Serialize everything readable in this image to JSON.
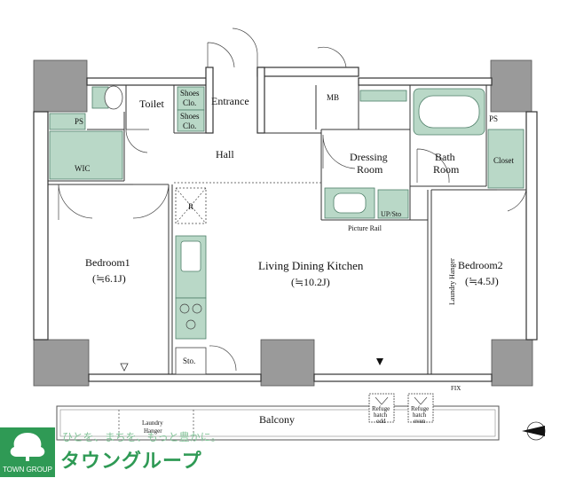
{
  "rooms": {
    "toilet": "Toilet",
    "entrance": "Entrance",
    "shoes_clo_1_a": "Shoes",
    "shoes_clo_1_b": "Clo.",
    "shoes_clo_2_a": "Shoes",
    "shoes_clo_2_b": "Clo.",
    "mb": "MB",
    "hall": "Hall",
    "wic": "WIC",
    "ps_left": "PS",
    "ps_right": "PS",
    "dressing_a": "Dressing",
    "dressing_b": "Room",
    "bath_a": "Bath",
    "bath_b": "Room",
    "closet": "Closet",
    "bedroom1_name": "Bedroom1",
    "bedroom1_size": "(≒6.1J)",
    "ldk_name": "Living Dining Kitchen",
    "ldk_size": "(≒10.2J)",
    "bedroom2_name": "Bedroom2",
    "bedroom2_size": "(≒4.5J)",
    "laundry_hanger_vertical": "Laundry Hanger",
    "picture_rail": "Picture Rail",
    "up_sto": "UP/Sto",
    "refrigerator": "R",
    "sto": "Sto.",
    "balcony": "Balcony",
    "laundry_a": "Laundry",
    "laundry_b": "Hanger",
    "refuge_odd_a": "Refuge",
    "refuge_odd_b": "hatch",
    "refuge_odd_c": "odd",
    "refuge_even_a": "Refuge",
    "refuge_even_b": "hatch",
    "refuge_even_c": "even",
    "fix": "FIX",
    "compass": "N"
  },
  "brand": {
    "slogan": "ひとを、まちを、もっと豊かに。",
    "name": "タウングループ",
    "logo_text": "TOWN GROUP"
  },
  "colors": {
    "fixture_green": "#b9d8c7",
    "brand_green": "#2f9a55",
    "wall_gray": "#9a9a9a"
  }
}
